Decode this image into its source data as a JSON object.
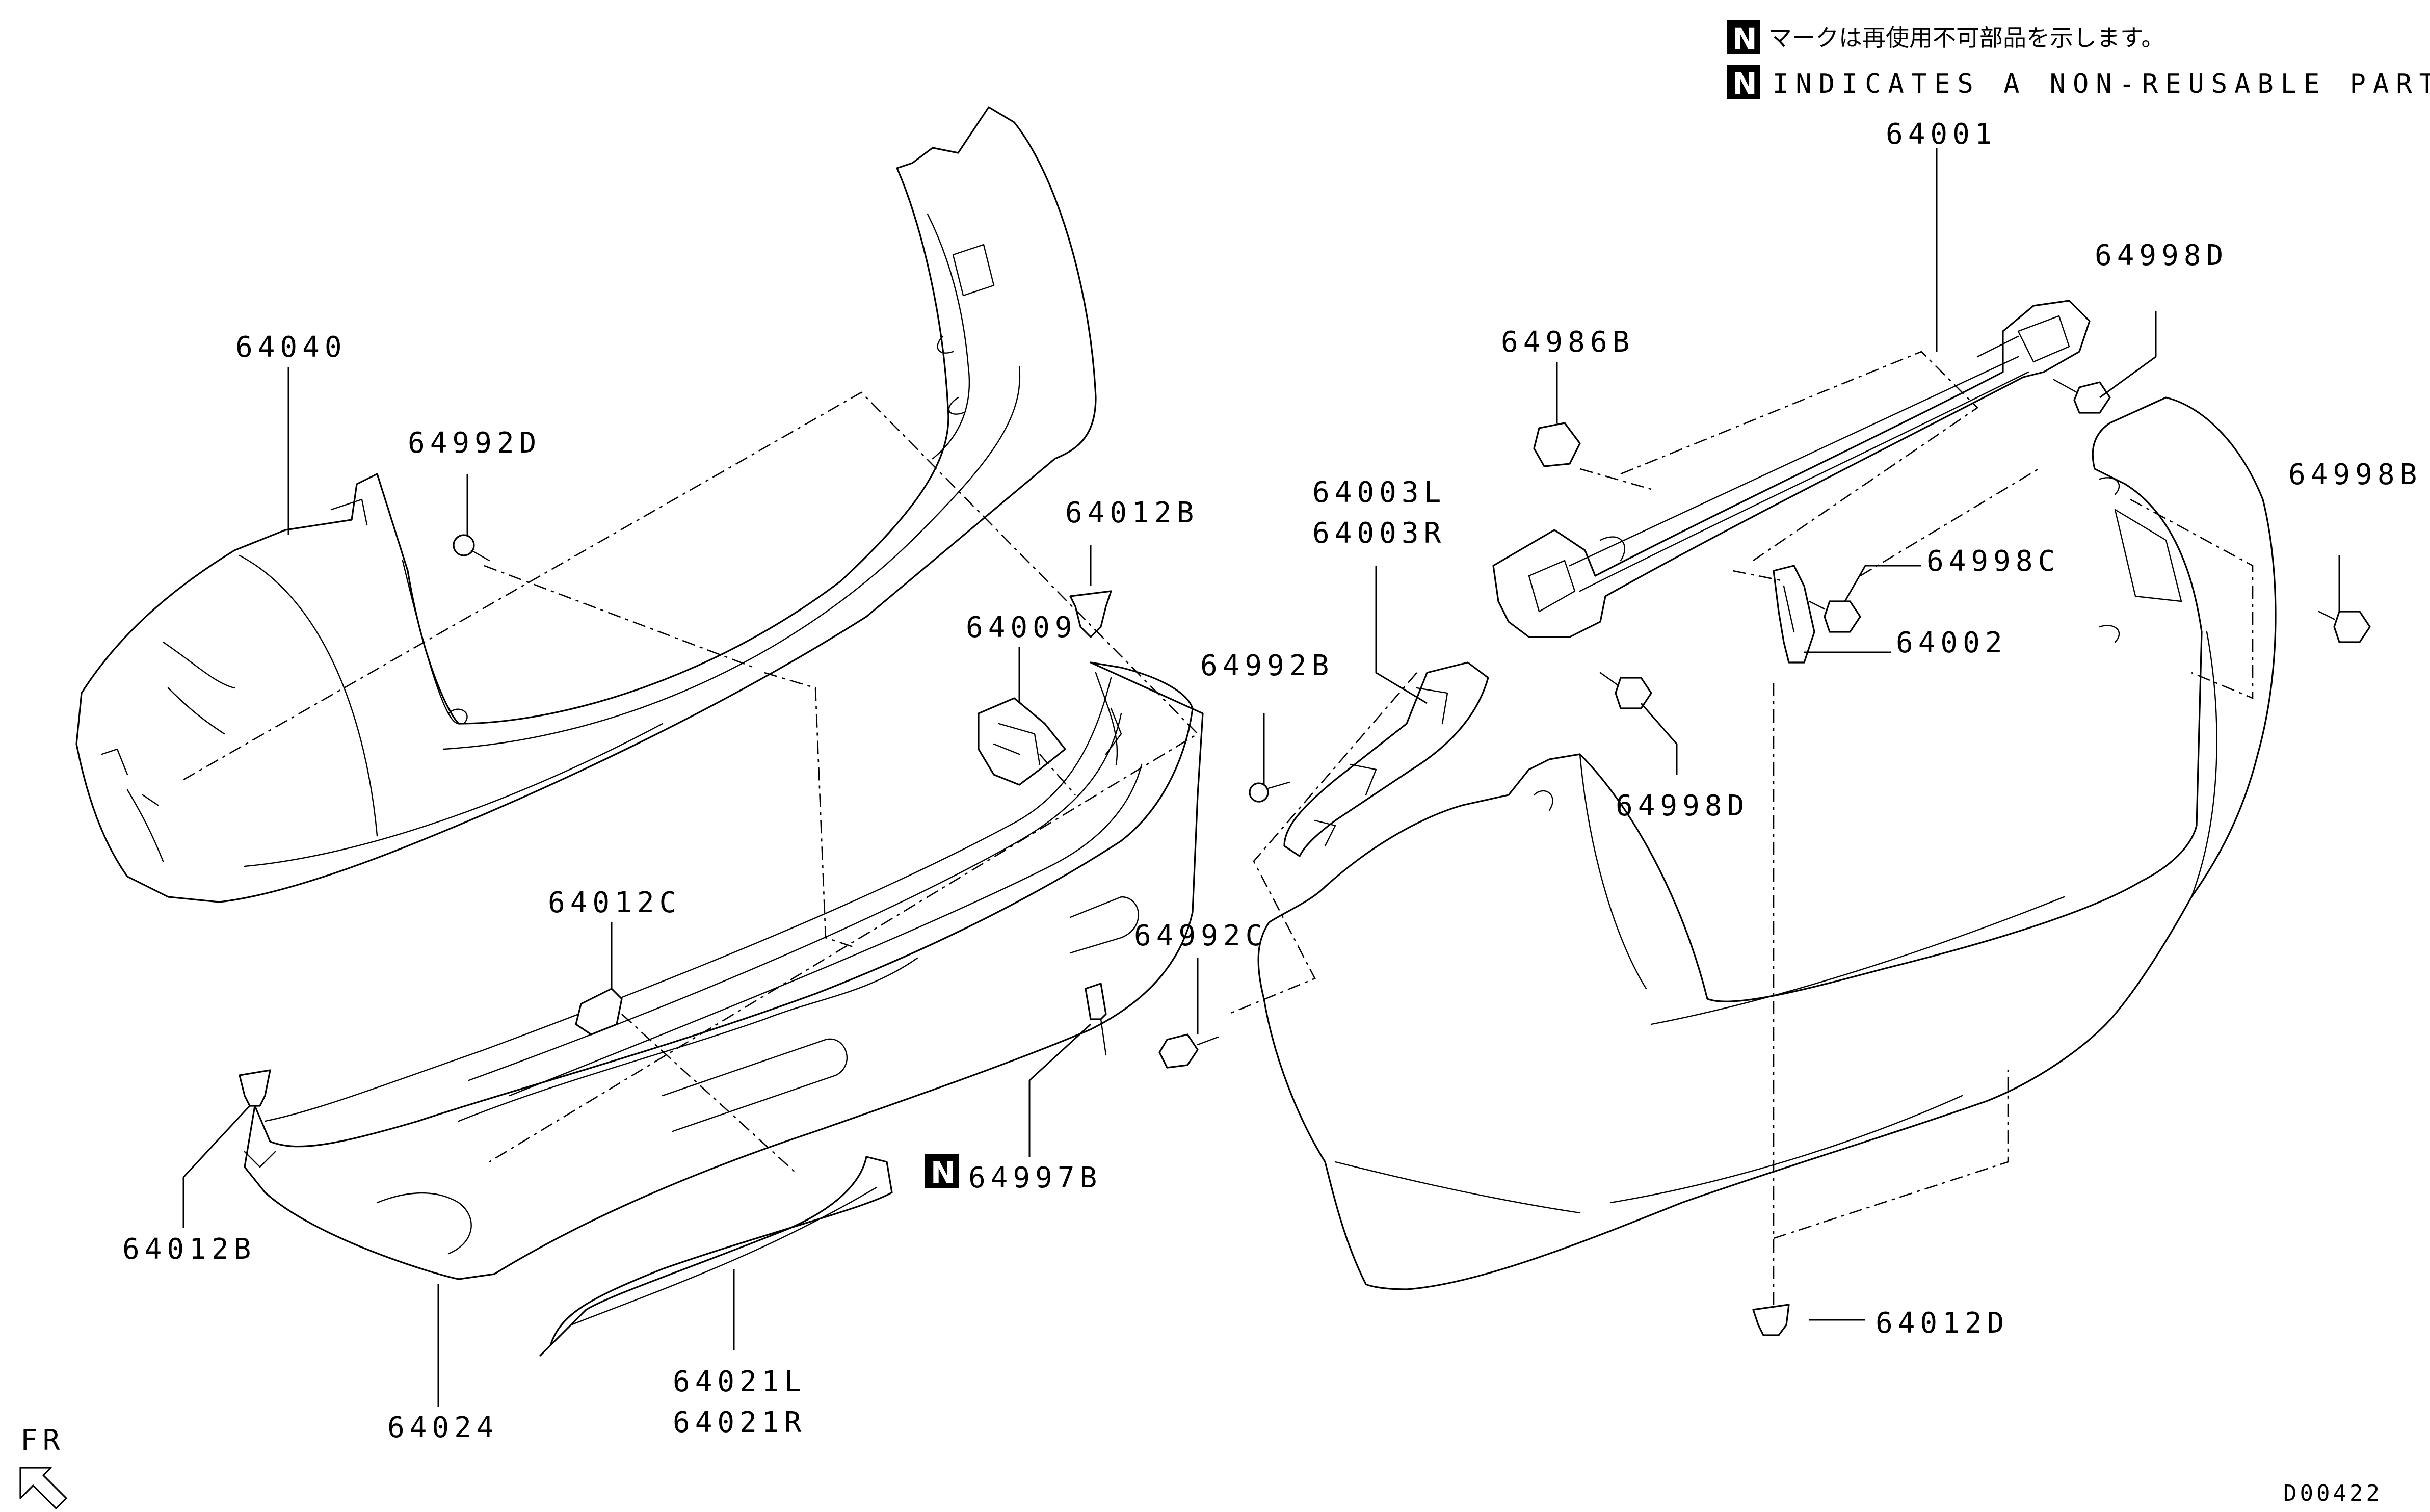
{
  "legend": {
    "badge": "N",
    "note_jp": "マークは再使用不可部品を示します。",
    "note_en": "INDICATES A NON-REUSABLE PART."
  },
  "parts": {
    "p64001": "64001",
    "p64998D_a": "64998D",
    "p64986B": "64986B",
    "p64998B": "64998B",
    "p64998C": "64998C",
    "p64002": "64002",
    "p64998D_b": "64998D",
    "p64040": "64040",
    "p64992D": "64992D",
    "p64012B_a": "64012B",
    "p64009": "64009",
    "p64992B": "64992B",
    "p64003L": "64003L",
    "p64003R": "64003R",
    "p64012C": "64012C",
    "p64992C": "64992C",
    "p64997B": "64997B",
    "p64012B_b": "64012B",
    "p64024": "64024",
    "p64021L": "64021L",
    "p64021R": "64021R",
    "p64012D": "64012D"
  },
  "non_reusable_badge": "N",
  "direction_label": "FR",
  "drawing_code": "D00422"
}
